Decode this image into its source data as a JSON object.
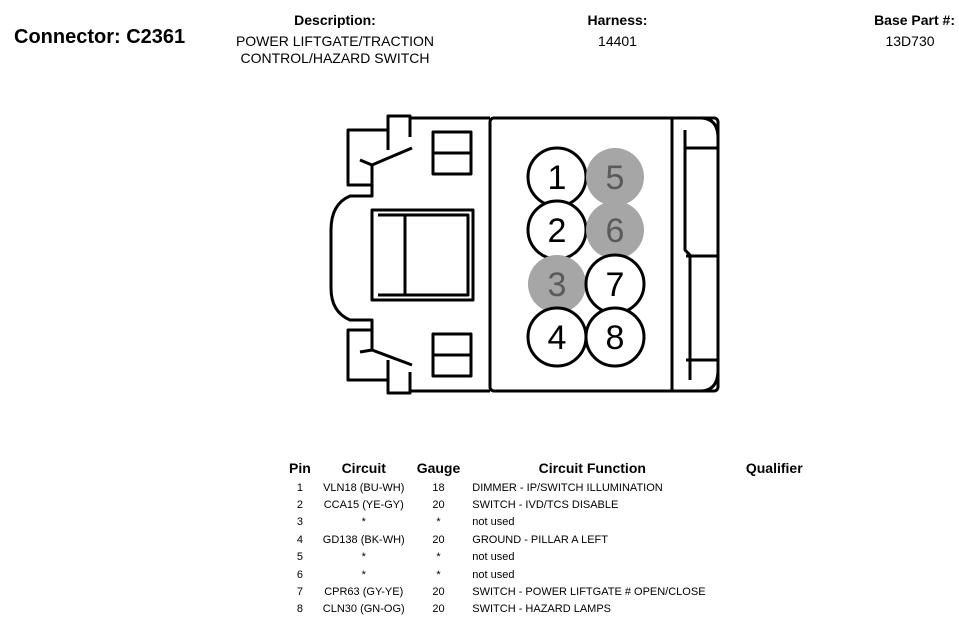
{
  "header": {
    "connector": "Connector: C2361",
    "description_label": "Description:",
    "description_line1": "POWER LIFTGATE/TRACTION",
    "description_line2": "CONTROL/HAZARD SWITCH",
    "harness_label": "Harness:",
    "harness_value": "14401",
    "base_part_label": "Base Part #:",
    "base_part_value": "13D730"
  },
  "connector_face": {
    "pins": [
      {
        "num": "1",
        "populated": true
      },
      {
        "num": "2",
        "populated": true
      },
      {
        "num": "3",
        "populated": false
      },
      {
        "num": "4",
        "populated": true
      },
      {
        "num": "5",
        "populated": false
      },
      {
        "num": "6",
        "populated": false
      },
      {
        "num": "7",
        "populated": true
      },
      {
        "num": "8",
        "populated": true
      }
    ],
    "empty_pin_color": "#a6a6a6"
  },
  "table": {
    "headers": {
      "pin": "Pin",
      "circuit": "Circuit",
      "gauge": "Gauge",
      "function": "Circuit Function",
      "qualifier": "Qualifier"
    },
    "rows": [
      {
        "pin": "1",
        "circuit": "VLN18 (BU-WH)",
        "gauge": "18",
        "function": "DIMMER - IP/SWITCH ILLUMINATION",
        "qualifier": ""
      },
      {
        "pin": "2",
        "circuit": "CCA15 (YE-GY)",
        "gauge": "20",
        "function": "SWITCH - IVD/TCS DISABLE",
        "qualifier": ""
      },
      {
        "pin": "3",
        "circuit": "*",
        "gauge": "*",
        "function": "not used",
        "qualifier": ""
      },
      {
        "pin": "4",
        "circuit": "GD138 (BK-WH)",
        "gauge": "20",
        "function": "GROUND - PILLAR A LEFT",
        "qualifier": ""
      },
      {
        "pin": "5",
        "circuit": "*",
        "gauge": "*",
        "function": "not used",
        "qualifier": ""
      },
      {
        "pin": "6",
        "circuit": "*",
        "gauge": "*",
        "function": "not used",
        "qualifier": ""
      },
      {
        "pin": "7",
        "circuit": "CPR63 (GY-YE)",
        "gauge": "20",
        "function": "SWITCH - POWER LIFTGATE # OPEN/CLOSE",
        "qualifier": ""
      },
      {
        "pin": "8",
        "circuit": "CLN30 (GN-OG)",
        "gauge": "20",
        "function": "SWITCH - HAZARD LAMPS",
        "qualifier": ""
      }
    ]
  }
}
